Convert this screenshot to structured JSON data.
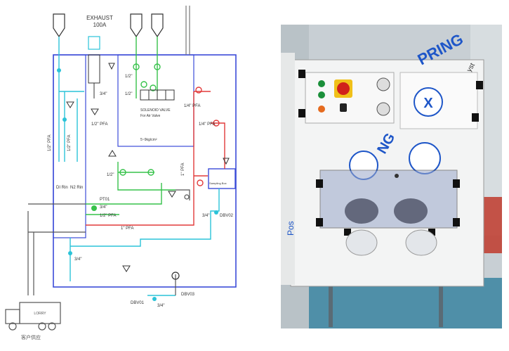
{
  "diagram": {
    "exhaust_label": "EXHAUST",
    "exhaust_size": "100A",
    "labels": {
      "l1_2_top": "1/2\"",
      "l1_2_top2": "1/2\"",
      "l1_2_mid": "1/2\"",
      "l3_4_a": "3/4\"",
      "l1_2_pfa_a": "1/2\" PFA",
      "l1_2_pfa_b": "1/2\" PFA",
      "solenoid_a": "SOLENOID VALVE",
      "solenoid_b": "For Air Valve",
      "air_pressure": "5~9kg/cm²",
      "bypass": "1/4\" PFA",
      "mid_pfa": "1/4\" PFA",
      "left_vert": "1/2\" PFA",
      "left_vert2": "1/2\" PFA",
      "di_label": "DI Rin",
      "n2_label": "N2 Rin",
      "pt01": "PT01",
      "three_quarter_a": "3/4\"",
      "half_pfa_c": "1/2\" PFA",
      "red_vert": "1\" PFA",
      "one_pfa": "1\" PFA",
      "three_quarter_b": "3/4\"",
      "dbv01": "DBV01",
      "dbv02": "DBV02",
      "dbv03": "DBV03",
      "three_quarter_c": "3/4\"",
      "three_quarter_d": "3/4\"",
      "sampling": "Sampling Box",
      "truck_label": "LORRY",
      "bottom_note": "客户供应"
    }
  },
  "photo": {
    "brand_text": "PRING",
    "side_text": "yst",
    "left_brand": "Pos"
  },
  "colors": {
    "blue": "#3b4bd8",
    "cyan": "#2bc3d8",
    "green": "#36c24a",
    "red": "#e23a3a",
    "gray": "#555555"
  }
}
